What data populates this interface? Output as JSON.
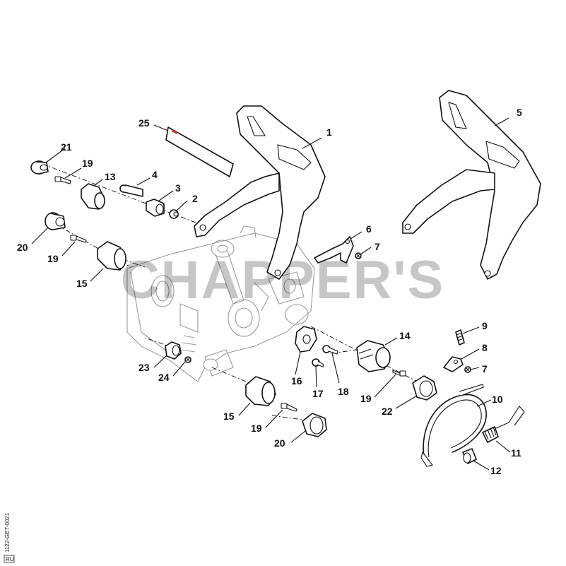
{
  "diagram": {
    "watermark": "CHAPPER'S",
    "doc_ref": "1122-GET-0021",
    "doc_ref_tag": "RU",
    "callouts": {
      "c1": "1",
      "c2": "2",
      "c3": "3",
      "c4": "4",
      "c5": "5",
      "c6": "6",
      "c7a": "7",
      "c7b": "7",
      "c8": "8",
      "c9": "9",
      "c10": "10",
      "c11": "11",
      "c12": "12",
      "c13": "13",
      "c14": "14",
      "c15a": "15",
      "c15b": "15",
      "c16": "16",
      "c17": "17",
      "c18": "18",
      "c19a": "19",
      "c19b": "19",
      "c19c": "19",
      "c19d": "19",
      "c20a": "20",
      "c20b": "20",
      "c21": "21",
      "c22": "22",
      "c23": "23",
      "c24": "24",
      "c25": "25"
    }
  }
}
